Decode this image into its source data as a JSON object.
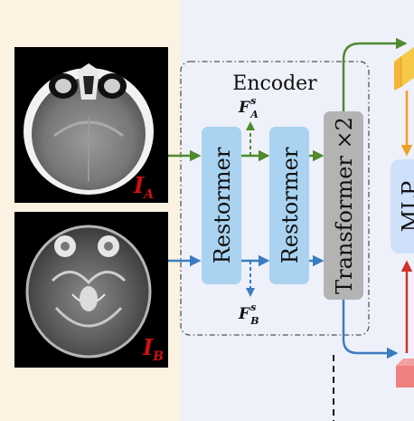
{
  "encoder_label": "Encoder",
  "block1_label": "Restormer",
  "block2_label": "Restormer",
  "transformer_label": "Transformer ×2",
  "mlp_label": "MLP",
  "input_a": {
    "letter": "I",
    "sub": "A"
  },
  "input_b": {
    "letter": "I",
    "sub": "B"
  },
  "feature_a": {
    "letter": "F",
    "sup": "s",
    "sub": "A"
  },
  "feature_b": {
    "letter": "F",
    "sup": "s",
    "sub": "B"
  },
  "colors": {
    "left_panel": "#fbf2e1",
    "right_panel": "#eef1fa",
    "block_fill": "#a9d3f0",
    "transformer_fill": "#b3b3b3",
    "path_a": "#4f8a2e",
    "path_b": "#3a7cc0",
    "output_red": "#d0312d",
    "output_orange": "#f0a020",
    "label_red": "#cc1111"
  }
}
